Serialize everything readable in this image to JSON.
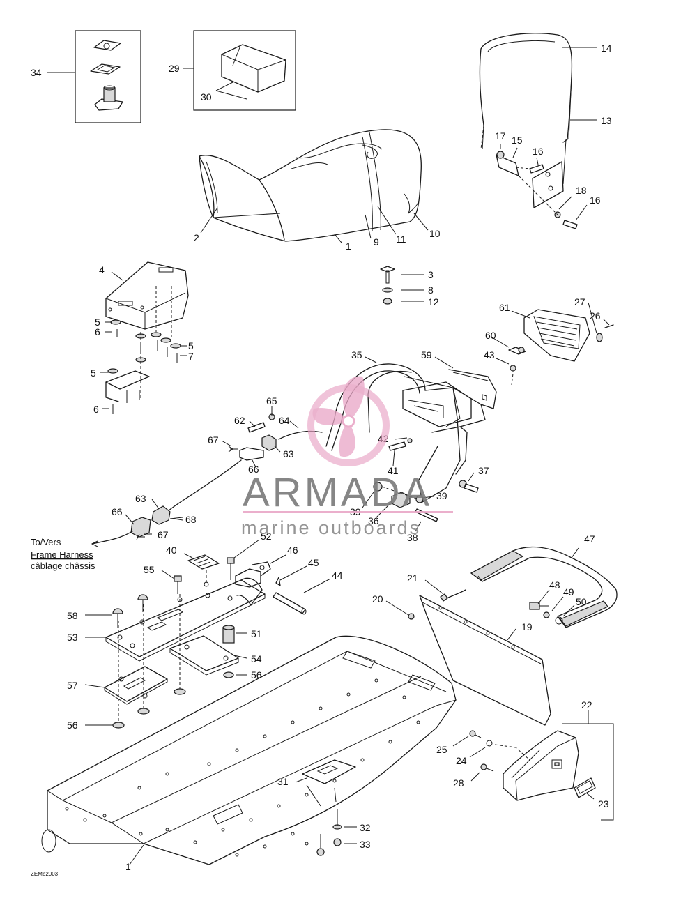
{
  "callouts": {
    "c1a": "1",
    "c1b": "1",
    "c2": "2",
    "c3": "3",
    "c5a": "5",
    "c5b": "5",
    "c5c": "5",
    "c6a": "6",
    "c6b": "6",
    "c7": "7",
    "c8": "8",
    "c9": "9",
    "c10": "10",
    "c11": "11",
    "c12": "12",
    "c13": "13",
    "c14": "14",
    "c15": "15",
    "c16a": "16",
    "c16b": "16",
    "c17": "17",
    "c18": "18",
    "c19": "19",
    "c20": "20",
    "c21": "21",
    "c22": "22",
    "c23": "23",
    "c24": "24",
    "c25": "25",
    "c26": "26",
    "c27": "27",
    "c28": "28",
    "c29": "29",
    "c30": "30",
    "c31": "31",
    "c32": "32",
    "c33": "33",
    "c34": "34",
    "c35": "35",
    "c36": "36",
    "c37": "37",
    "c38": "38",
    "c39a": "39",
    "c39b": "39",
    "c40": "40",
    "c41": "41",
    "c42": "42",
    "c43": "43",
    "c44": "44",
    "c45": "45",
    "c46": "46",
    "c47": "47",
    "c48": "48",
    "c49": "49",
    "c50": "50",
    "c51": "51",
    "c52": "52",
    "c53": "53",
    "c54": "54",
    "c55": "55",
    "c56a": "56",
    "c56b": "56",
    "c57": "57",
    "c58": "58",
    "c59": "59",
    "c60": "60",
    "c61": "61",
    "c62": "62",
    "c63a": "63",
    "c63b": "63",
    "c64": "64",
    "c65": "65",
    "c66a": "66",
    "c66b": "66",
    "c67a": "67",
    "c67b": "67",
    "c68": "68",
    "c4": "4"
  },
  "harness_note": {
    "line1": "To/Vers",
    "line2": "Frame Harness",
    "line3": "câblage châssis"
  },
  "drawing_code": "ZEMb2003",
  "watermark": {
    "title": "ARMADA",
    "subtitle": "marine outboards",
    "color_text": "#7a7a7a",
    "color_accent": "#e9a7c7"
  },
  "colors": {
    "line": "#1a1a1a",
    "background": "#ffffff"
  }
}
